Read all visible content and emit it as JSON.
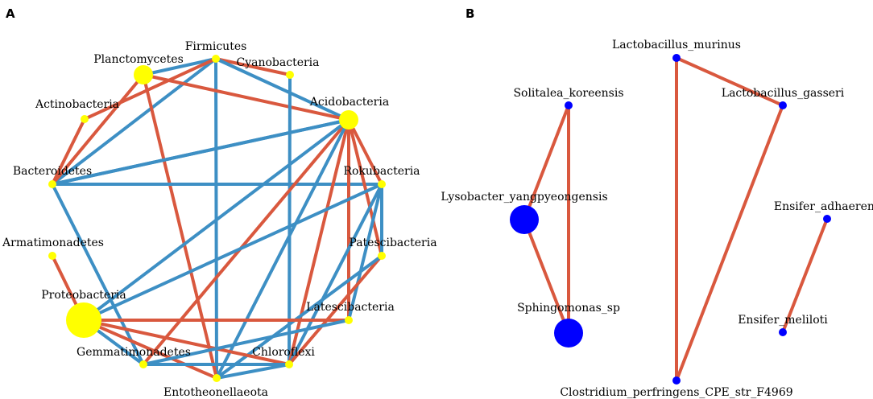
{
  "panels": [
    {
      "label": "A",
      "node_color": "#ffff00",
      "nodes": [
        {
          "id": "Firmicutes",
          "label": "Firmicutes",
          "size": "small"
        },
        {
          "id": "Cyanobacteria",
          "label": "Cyanobacteria",
          "size": "small"
        },
        {
          "id": "Planctomycetes",
          "label": "Planctomycetes",
          "size": "medium"
        },
        {
          "id": "Actinobacteria",
          "label": "Actinobacteria",
          "size": "small"
        },
        {
          "id": "Acidobacteria",
          "label": "Acidobacteria",
          "size": "medium"
        },
        {
          "id": "Bacteroidetes",
          "label": "Bacteroidetes",
          "size": "small"
        },
        {
          "id": "Rokubacteria",
          "label": "Rokubacteria",
          "size": "small"
        },
        {
          "id": "Armatimonadetes",
          "label": "Armatimonadetes",
          "size": "small"
        },
        {
          "id": "Patescibacteria",
          "label": "Patescibacteria",
          "size": "small"
        },
        {
          "id": "Proteobacteria",
          "label": "Proteobacteria",
          "size": "large"
        },
        {
          "id": "Latescibacteria",
          "label": "Latescibacteria",
          "size": "small"
        },
        {
          "id": "Gemmatimonadetes",
          "label": "Gemmatimonadetes",
          "size": "small"
        },
        {
          "id": "Chloroflexi",
          "label": "Chloroflexi",
          "size": "small"
        },
        {
          "id": "Entotheonellaeota",
          "label": "Entotheonellaeota",
          "size": "small"
        }
      ],
      "edges": [
        {
          "source": "Firmicutes",
          "target": "Planctomycetes",
          "type": "negative"
        },
        {
          "source": "Firmicutes",
          "target": "Cyanobacteria",
          "type": "positive"
        },
        {
          "source": "Firmicutes",
          "target": "Bacteroidetes",
          "type": "negative"
        },
        {
          "source": "Firmicutes",
          "target": "Acidobacteria",
          "type": "negative"
        },
        {
          "source": "Firmicutes",
          "target": "Entotheonellaeota",
          "type": "negative"
        },
        {
          "source": "Planctomycetes",
          "target": "Acidobacteria",
          "type": "positive"
        },
        {
          "source": "Planctomycetes",
          "target": "Bacteroidetes",
          "type": "positive"
        },
        {
          "source": "Planctomycetes",
          "target": "Entotheonellaeota",
          "type": "positive"
        },
        {
          "source": "Cyanobacteria",
          "target": "Chloroflexi",
          "type": "negative"
        },
        {
          "source": "Actinobacteria",
          "target": "Firmicutes",
          "type": "positive"
        },
        {
          "source": "Actinobacteria",
          "target": "Bacteroidetes",
          "type": "positive"
        },
        {
          "source": "Bacteroidetes",
          "target": "Acidobacteria",
          "type": "negative"
        },
        {
          "source": "Bacteroidetes",
          "target": "Rokubacteria",
          "type": "negative"
        },
        {
          "source": "Bacteroidetes",
          "target": "Gemmatimonadetes",
          "type": "negative"
        },
        {
          "source": "Acidobacteria",
          "target": "Rokubacteria",
          "type": "positive"
        },
        {
          "source": "Acidobacteria",
          "target": "Patescibacteria",
          "type": "positive"
        },
        {
          "source": "Acidobacteria",
          "target": "Latescibacteria",
          "type": "positive"
        },
        {
          "source": "Acidobacteria",
          "target": "Chloroflexi",
          "type": "positive"
        },
        {
          "source": "Acidobacteria",
          "target": "Gemmatimonadetes",
          "type": "positive"
        },
        {
          "source": "Acidobacteria",
          "target": "Entotheonellaeota",
          "type": "negative"
        },
        {
          "source": "Acidobacteria",
          "target": "Proteobacteria",
          "type": "negative"
        },
        {
          "source": "Acidobacteria",
          "target": "Bacteroidetes",
          "type": "negative"
        },
        {
          "source": "Rokubacteria",
          "target": "Patescibacteria",
          "type": "negative"
        },
        {
          "source": "Rokubacteria",
          "target": "Latescibacteria",
          "type": "negative"
        },
        {
          "source": "Rokubacteria",
          "target": "Chloroflexi",
          "type": "negative"
        },
        {
          "source": "Rokubacteria",
          "target": "Proteobacteria",
          "type": "negative"
        },
        {
          "source": "Patescibacteria",
          "target": "Chloroflexi",
          "type": "positive"
        },
        {
          "source": "Patescibacteria",
          "target": "Entotheonellaeota",
          "type": "negative"
        },
        {
          "source": "Proteobacteria",
          "target": "Latescibacteria",
          "type": "positive"
        },
        {
          "source": "Proteobacteria",
          "target": "Gemmatimonadetes",
          "type": "negative"
        },
        {
          "source": "Proteobacteria",
          "target": "Chloroflexi",
          "type": "positive"
        },
        {
          "source": "Proteobacteria",
          "target": "Entotheonellaeota",
          "type": "positive"
        },
        {
          "source": "Latescibacteria",
          "target": "Gemmatimonadetes",
          "type": "negative"
        },
        {
          "source": "Chloroflexi",
          "target": "Gemmatimonadetes",
          "type": "negative"
        },
        {
          "source": "Chloroflexi",
          "target": "Entotheonellaeota",
          "type": "negative"
        },
        {
          "source": "Armatimonadetes",
          "target": "Proteobacteria",
          "type": "positive"
        }
      ]
    },
    {
      "label": "B",
      "node_color": "#0000ff",
      "nodes": [
        {
          "id": "Lactobacillus_murinus",
          "label": "Lactobacillus_murinus",
          "size": "small"
        },
        {
          "id": "Solitalea_koreensis",
          "label": "Solitalea_koreensis",
          "size": "small"
        },
        {
          "id": "Lactobacillus_gasseri",
          "label": "Lactobacillus_gasseri",
          "size": "small"
        },
        {
          "id": "Lysobacter_yangpyeongensis",
          "label": "Lysobacter_yangpyeongensis",
          "size": "large"
        },
        {
          "id": "Ensifer_adhaerens",
          "label": "Ensifer_adhaerens",
          "size": "small"
        },
        {
          "id": "Sphingomonas_sp",
          "label": "Sphingomonas_sp",
          "size": "large"
        },
        {
          "id": "Ensifer_meliloti",
          "label": "Ensifer_meliloti",
          "size": "small"
        },
        {
          "id": "Clostridium_perfringens_CPE_str_F4969",
          "label": "Clostridium_perfringens_CPE_str_F4969",
          "size": "small"
        }
      ],
      "edges": [
        {
          "source": "Lactobacillus_murinus",
          "target": "Lactobacillus_gasseri",
          "type": "positive"
        },
        {
          "source": "Lactobacillus_murinus",
          "target": "Clostridium_perfringens_CPE_str_F4969",
          "type": "positive"
        },
        {
          "source": "Lactobacillus_gasseri",
          "target": "Clostridium_perfringens_CPE_str_F4969",
          "type": "positive"
        },
        {
          "source": "Solitalea_koreensis",
          "target": "Lysobacter_yangpyeongensis",
          "type": "positive"
        },
        {
          "source": "Solitalea_koreensis",
          "target": "Sphingomonas_sp",
          "type": "positive"
        },
        {
          "source": "Lysobacter_yangpyeongensis",
          "target": "Sphingomonas_sp",
          "type": "positive"
        },
        {
          "source": "Ensifer_adhaerens",
          "target": "Ensifer_meliloti",
          "type": "positive"
        }
      ]
    }
  ],
  "edge_colors": {
    "positive": "#d9583e",
    "negative": "#3d8fc4"
  }
}
